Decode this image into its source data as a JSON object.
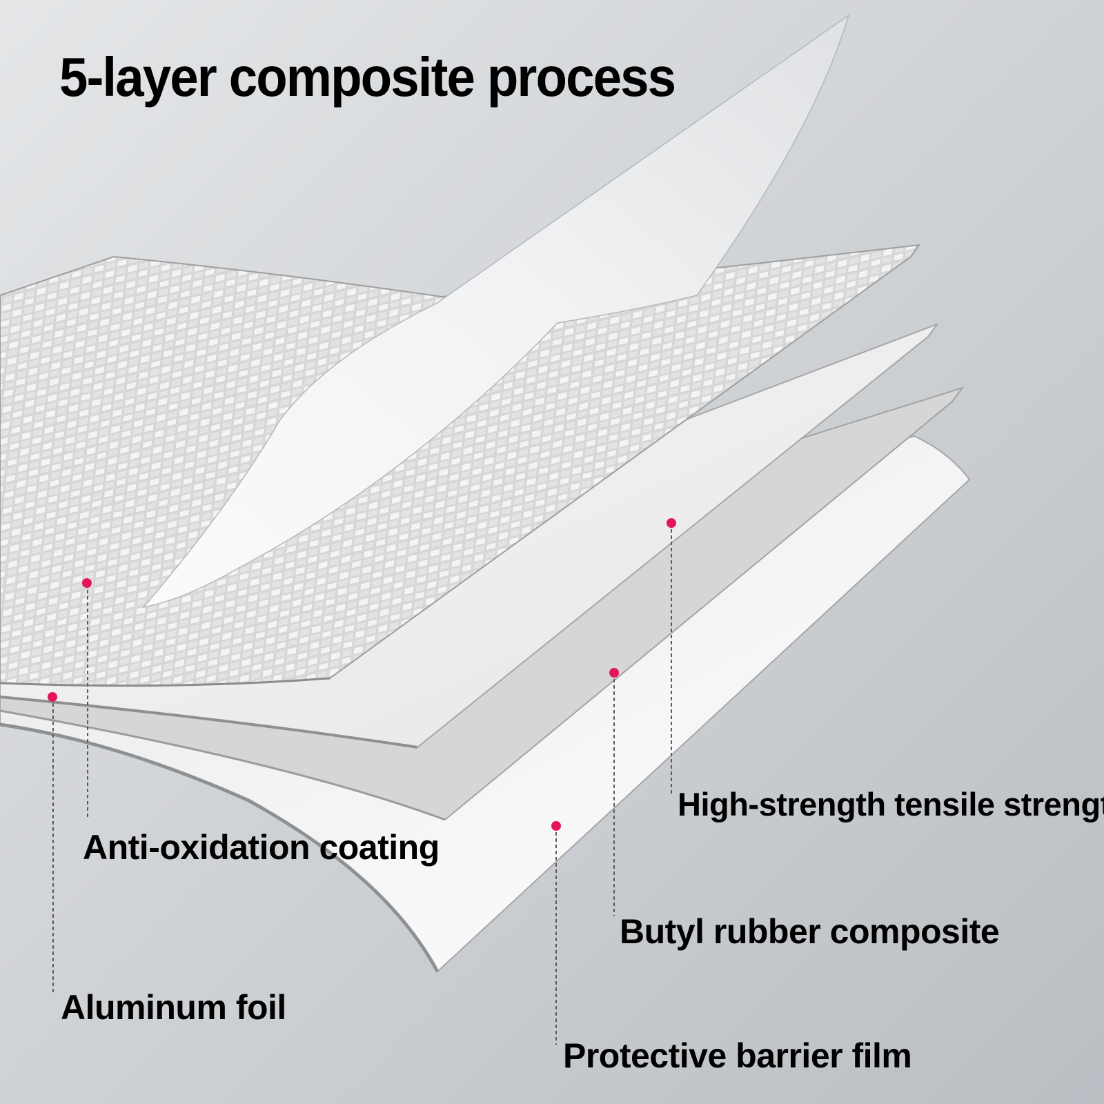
{
  "title": "5-layer composite process",
  "callouts": {
    "coating": "Anti-oxidation coating",
    "foil": "Aluminum foil",
    "tensile": "High-strength tensile strength",
    "butyl": "Butyl rubber composite",
    "barrier": "Protective barrier film"
  },
  "colors": {
    "marker": "#e3165b",
    "background": "#c9ccd0",
    "layer": "#f3f3f3",
    "mesh": "#d2d2d2"
  }
}
